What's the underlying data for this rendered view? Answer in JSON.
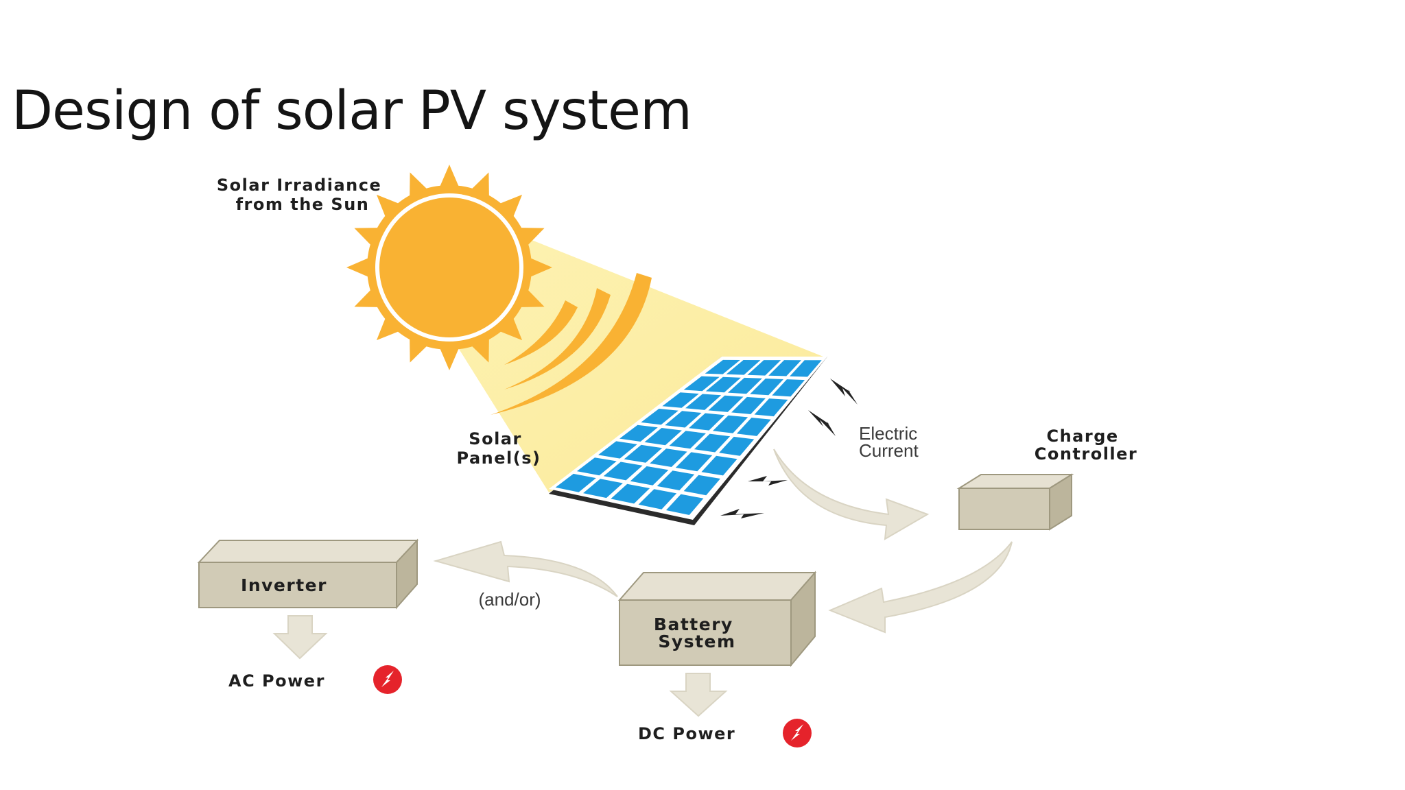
{
  "slide": {
    "title": "Design of solar PV system"
  },
  "diagram": {
    "sun_label": [
      "Solar Irradiance",
      "from the Sun"
    ],
    "panel_label": [
      "Solar",
      "Panel(s)"
    ],
    "current_label": [
      "Electric",
      "Current"
    ],
    "controller_label": [
      "Charge",
      "Controller"
    ],
    "inverter_label": "Inverter",
    "battery_label": [
      "Battery",
      "System"
    ],
    "andor_label": "(and/or)",
    "ac_power_label": "AC Power",
    "dc_power_label": "DC Power",
    "colors": {
      "sun": "#F9B233",
      "beam": "#FCEFA6",
      "panel_cell": "#1E9BE0",
      "box_face": "#D1CBB6",
      "arrow": "#E8E4D6",
      "power_icon": "#E5232B"
    },
    "icons": [
      "sun-icon",
      "solar-panel-icon",
      "lightning-bolt-icon",
      "power-plug-icon"
    ]
  }
}
